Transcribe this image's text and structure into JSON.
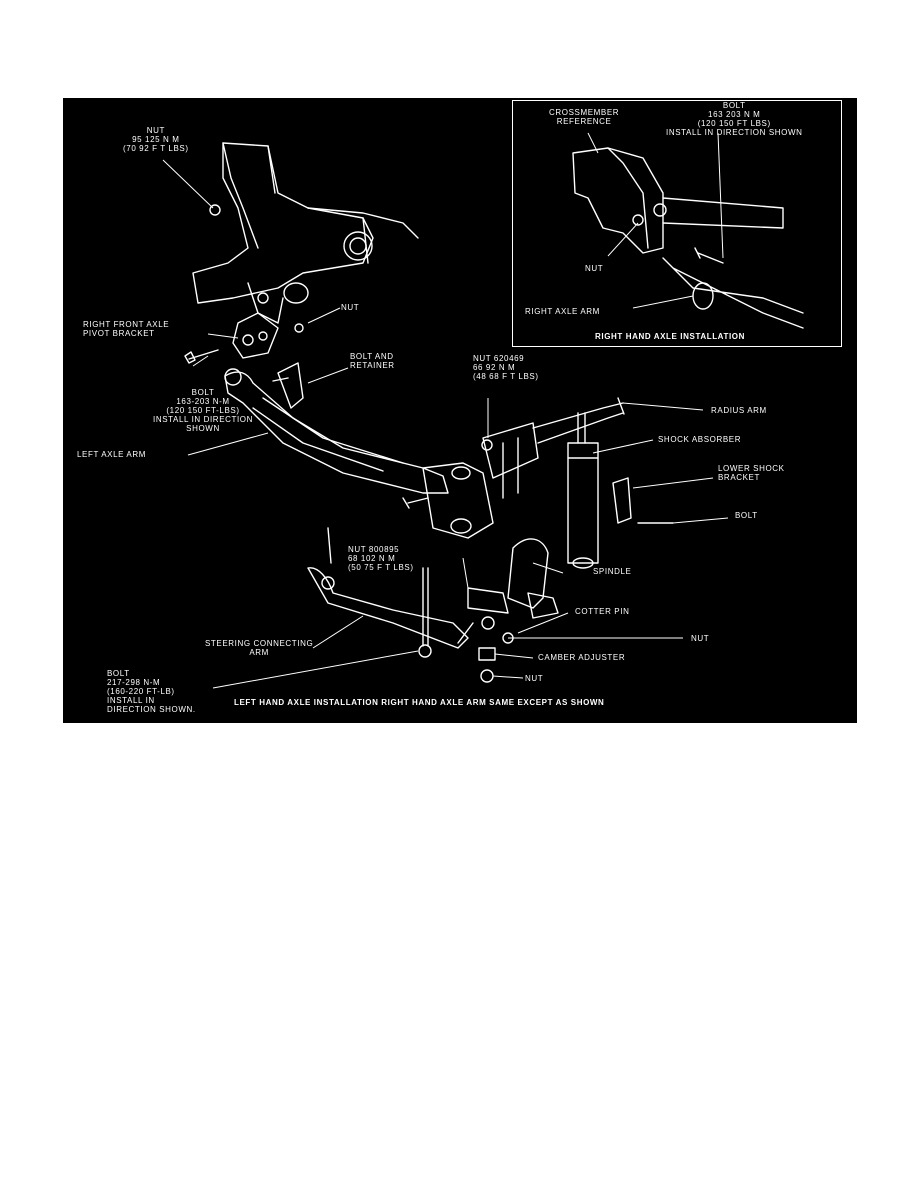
{
  "diagram": {
    "inset_title": "RIGHT HAND AXLE INSTALLATION",
    "caption": "LEFT HAND AXLE INSTALLATION RIGHT HAND AXLE ARM SAME EXCEPT AS SHOWN",
    "labels": {
      "nut_top": [
        "NUT",
        "95 125 N m",
        "(70 92 F T LBS)"
      ],
      "nut_mid": "NUT",
      "pivot_bracket": [
        "RIGHT FRONT AXLE",
        "PIVOT BRACKET"
      ],
      "bolt_left": [
        "BOLT",
        "163-203 N-m",
        "(120 150 FT-LBS)",
        "INSTALL IN DIRECTION",
        "SHOWN"
      ],
      "bolt_retainer": [
        "BOLT AND",
        "RETAINER"
      ],
      "left_axle_arm": "LEFT AXLE ARM",
      "nut_620469": [
        "NUT 620469",
        "66 92 N m",
        "(48 68 F T LBS)"
      ],
      "radius_arm": "RADIUS ARM",
      "shock_absorber": "SHOCK ABSORBER",
      "lower_shock_bracket": [
        "LOWER SHOCK",
        "BRACKET"
      ],
      "bolt_right": "BOLT",
      "nut_800895": [
        "NUT 800895",
        "68 102 N m",
        "(50 75 F T LBS)"
      ],
      "spindle": "SPINDLE",
      "cotter_pin": "COTTER PIN",
      "nut_lower_right": "NUT",
      "camber_adjuster": "CAMBER ADJUSTER",
      "nut_bottom": "NUT",
      "steering_arm": [
        "STEERING CONNECTING",
        "ARM"
      ],
      "bolt_bottom": [
        "BOLT",
        "217-298 N-m",
        "(160-220 FT-LB)",
        "INSTALL IN",
        "DIRECTION SHOWN."
      ],
      "crossmember": [
        "CROSSMEMBER",
        "REFERENCE"
      ],
      "inset_bolt": [
        "BOLT",
        "163 203 N m",
        "(120 150 FT LBS)",
        "INSTALL IN DIRECTION SHOWN"
      ],
      "inset_nut": "NUT",
      "right_axle_arm": "RIGHT AXLE ARM"
    }
  }
}
